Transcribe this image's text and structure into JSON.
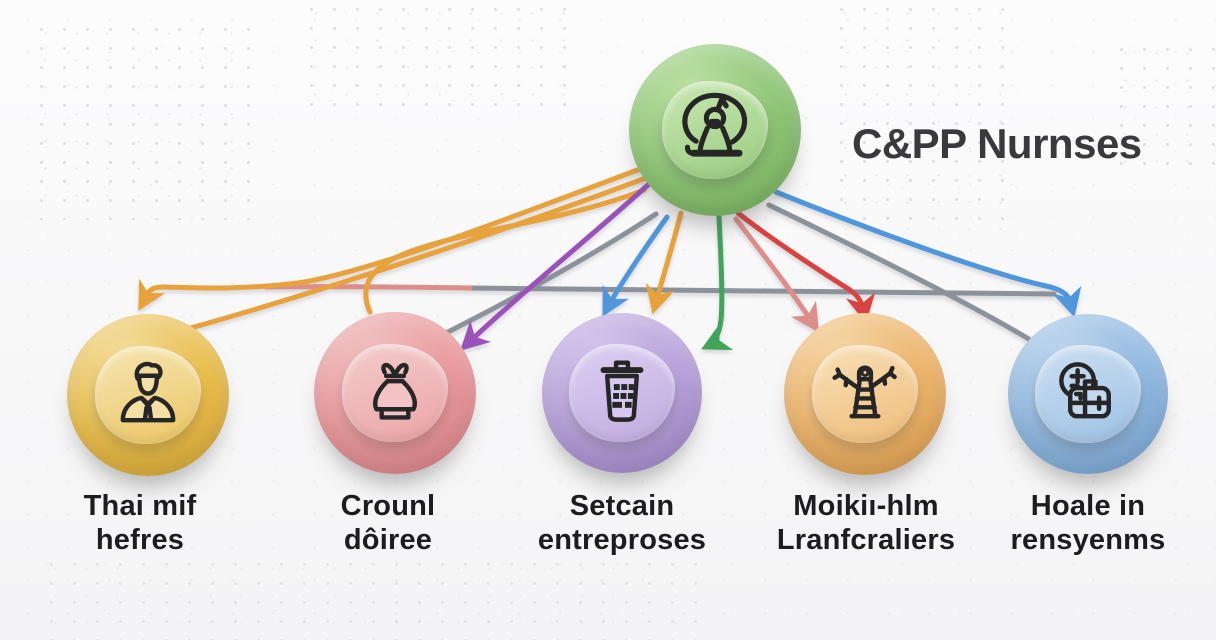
{
  "title": "C&PP Nurnses",
  "hub": {
    "icon": "presenter-person-icon",
    "color": "#8cc474",
    "color_light": "#bfe2a7",
    "color_dark": "#74ac5b"
  },
  "nodes": [
    {
      "icon": "person-icon",
      "label_line1": "Thai mif",
      "label_line2": "hefres",
      "color": "#e9bd4a",
      "color_light": "#f4dfa4",
      "color_dark": "#d3a233"
    },
    {
      "icon": "money-bag-icon",
      "label_line1": "Crounl",
      "label_line2": "dôiree",
      "color": "#e9989b",
      "color_light": "#f2c4c5",
      "color_dark": "#d47d83"
    },
    {
      "icon": "trash-bin-grid-icon",
      "label_line1": "Setcain",
      "label_line2": "entreproses",
      "color": "#b7a0da",
      "color_light": "#d6c8ee",
      "color_dark": "#9a80c3"
    },
    {
      "icon": "signal-tower-icon",
      "label_line1": "Moikiı-hlm",
      "label_line2": "Lranfcraliers",
      "color": "#ecb369",
      "color_light": "#f7d9ab",
      "color_dark": "#d79747"
    },
    {
      "icon": "briefcase-clock-icon",
      "label_line1": "Hoale in",
      "label_line2": "rensyenms",
      "color": "#8fb8e0",
      "color_light": "#c3d9ef",
      "color_dark": "#73a1d1"
    }
  ],
  "arrow_colors": {
    "orange": "#e8a23c",
    "purple": "#9b51ba",
    "gray": "#8d919a",
    "blue": "#4f97da",
    "green": "#41a45b",
    "red": "#d84341",
    "salmon": "#dd8e89"
  }
}
